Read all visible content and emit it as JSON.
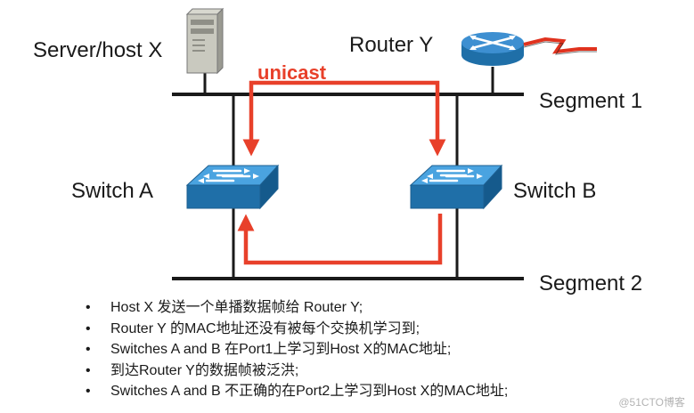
{
  "labels": {
    "server": "Server/host X",
    "router": "Router Y",
    "segment1": "Segment 1",
    "segment2": "Segment 2",
    "switch_a": "Switch A",
    "switch_b": "Switch B",
    "unicast": "unicast"
  },
  "colors": {
    "flow_arrow": "#e8402a",
    "switch_body": "#2f8fd0",
    "switch_front": "#1f6fa8",
    "router_body": "#3d8fd1",
    "wan_link": "#e0321e",
    "bus": "#1a1a1a"
  },
  "icons": [
    "server-icon",
    "router-icon",
    "switch-icon"
  ],
  "notes": [
    "Host X 发送一个单播数据帧给 Router Y;",
    "Router Y 的MAC地址还没有被每个交换机学习到;",
    "Switches A and B 在Port1上学习到Host X的MAC地址;",
    "到达Router Y的数据帧被泛洪;",
    "Switches A and B 不正确的在Port2上学习到Host X的MAC地址;"
  ],
  "watermark": "@51CTO博客"
}
